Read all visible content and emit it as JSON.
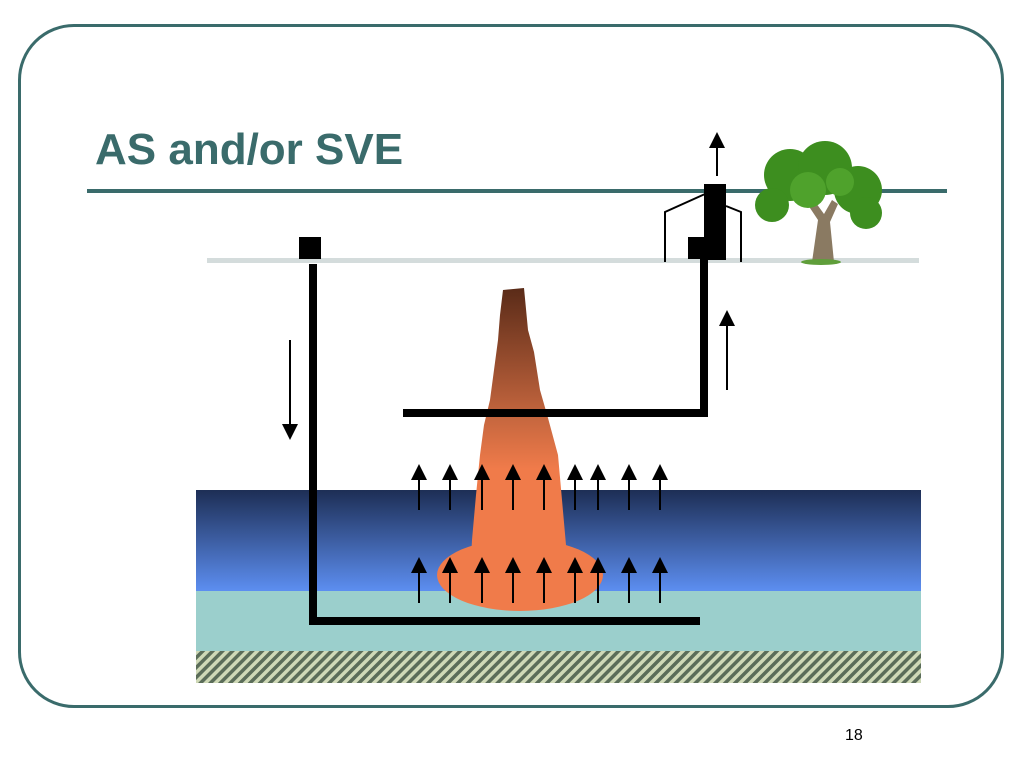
{
  "slide": {
    "title": "AS and/or SVE",
    "page_number": "18"
  },
  "colors": {
    "accent": "#3a6b6b",
    "ground_surface": "#d4dcdc",
    "saturated_zone_top": "#1d2e55",
    "saturated_zone_bottom": "#5d8ff2",
    "capillary_fringe": "#9bcfcc",
    "bedrock_hatch": "#7e8c5e",
    "plume_dark": "#5a2b18",
    "plume_light": "#f07b4a",
    "pipe": "#000000",
    "tree_canopy": "#3d8e1f",
    "tree_trunk": "#8a7a62"
  },
  "diagram": {
    "elements": {
      "tree_icon": "tree-icon",
      "injection_well": "air-sparging-well",
      "extraction_well": "soil-vapor-extraction-well",
      "plume": "contaminant-plume"
    }
  }
}
